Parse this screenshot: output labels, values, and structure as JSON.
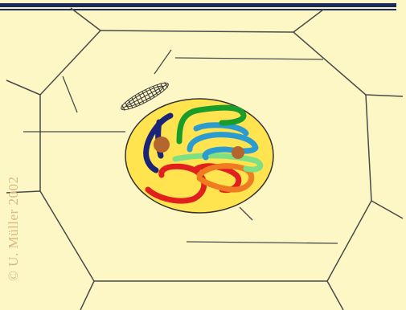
{
  "credit": "© U. Müller 2002",
  "colors": {
    "background": "#FDF7C6",
    "cell_outline": "#4a4a4a",
    "nucleus_fill": "#FFE34F",
    "nucleus_outline": "#333333",
    "nucleolus": "#B5652E",
    "credit_text": "#D8B985",
    "header_bar": "#1b2a5a",
    "chromosomes": [
      "#1a2577",
      "#1a9c2a",
      "#2a9cd0",
      "#7ee084",
      "#f07c22",
      "#e21f1f"
    ]
  },
  "parts": [
    "cell membrane",
    "nucleus",
    "chromosomes",
    "nucleoli",
    "centrosome",
    "label lines"
  ]
}
